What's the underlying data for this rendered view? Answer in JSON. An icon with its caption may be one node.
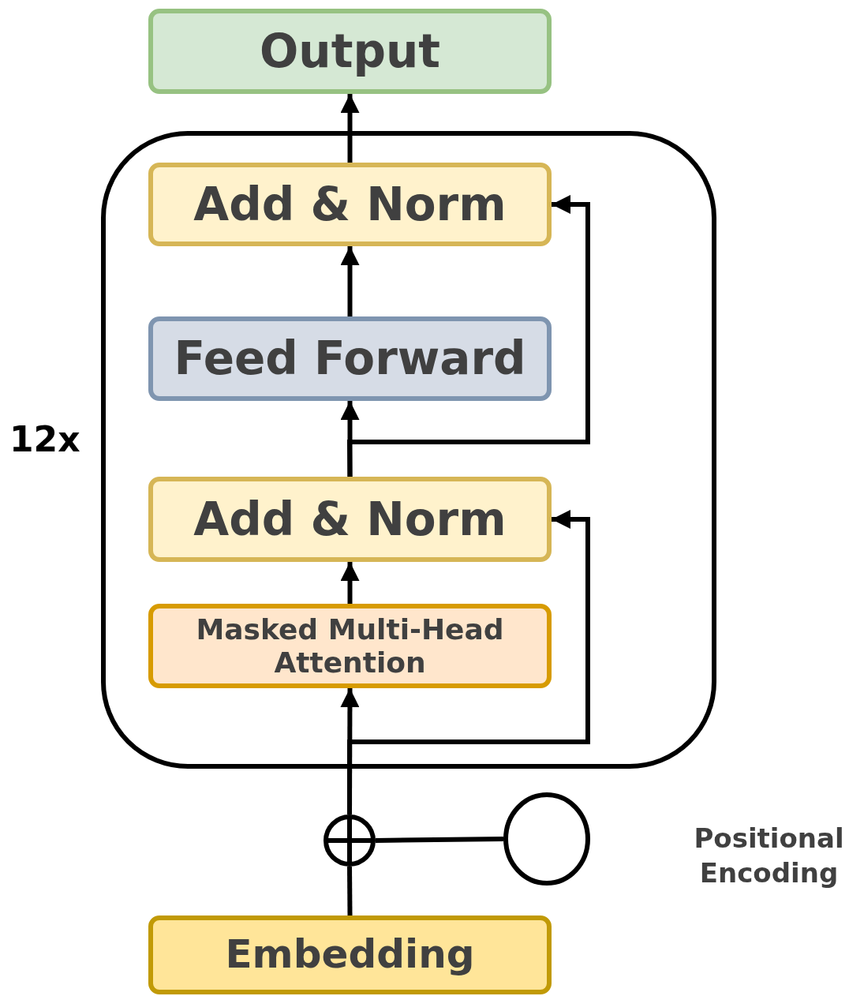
{
  "diagram": {
    "nodes": [
      {
        "text": [],
        "shape": "box",
        "beside": [
          "12x"
        ]
      },
      {
        "text": [
          "Output"
        ]
      },
      {
        "text": [
          "Add & Norm"
        ],
        "in": 0
      },
      {
        "text": [
          "Feed Forward"
        ],
        "in": 0
      },
      {
        "text": [
          "Add & Norm"
        ],
        "in": 0
      },
      {
        "text": [
          "Masked Multi-Head Attention"
        ],
        "in": 0
      },
      {
        "text": [
          "Embedding"
        ]
      },
      {
        "text": [],
        "shape": "circle"
      },
      {
        "text": [],
        "shape": "circle"
      }
    ],
    "labels": [
      "Positional Encoding"
    ],
    "edges": [
      {
        "from": 6,
        "to": 7,
        "arrow": "none"
      },
      {
        "from": 8,
        "to": 7,
        "arrow": "none"
      },
      {
        "from": 7,
        "to": 5,
        "arrow": "to"
      },
      {
        "from": 7,
        "to": 4,
        "arrow": "to"
      },
      {
        "from": 5,
        "to": 4,
        "arrow": "to"
      },
      {
        "from": 4,
        "to": 3,
        "arrow": "to"
      },
      {
        "from": 4,
        "to": 2,
        "arrow": "to"
      },
      {
        "from": 3,
        "to": 2,
        "arrow": "to"
      },
      {
        "from": 2,
        "to": 1,
        "arrow": "to"
      }
    ]
  }
}
